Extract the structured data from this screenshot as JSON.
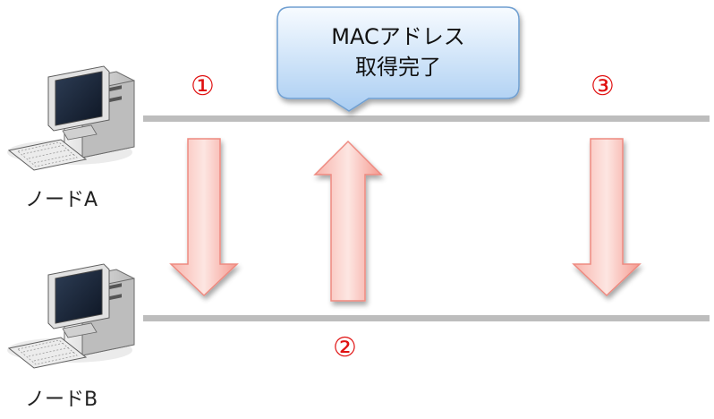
{
  "nodes": [
    {
      "label": "ノードA"
    },
    {
      "label": "ノードB"
    }
  ],
  "steps": [
    "①",
    "②",
    "③"
  ],
  "callout": {
    "line1": "MACアドレス",
    "line2": "取得完了"
  },
  "colors": {
    "line": "#bdbdbd",
    "arrow_fill_light": "#fde2de",
    "arrow_fill_dark": "#f59a90",
    "arrow_stroke": "#ee8a80",
    "step_text": "#e01010",
    "callout_fill_top": "#f4f9ff",
    "callout_fill_bottom": "#a9cdf2",
    "callout_stroke": "#6f9fd1"
  },
  "icons": [
    "computer-icon",
    "computer-icon"
  ]
}
